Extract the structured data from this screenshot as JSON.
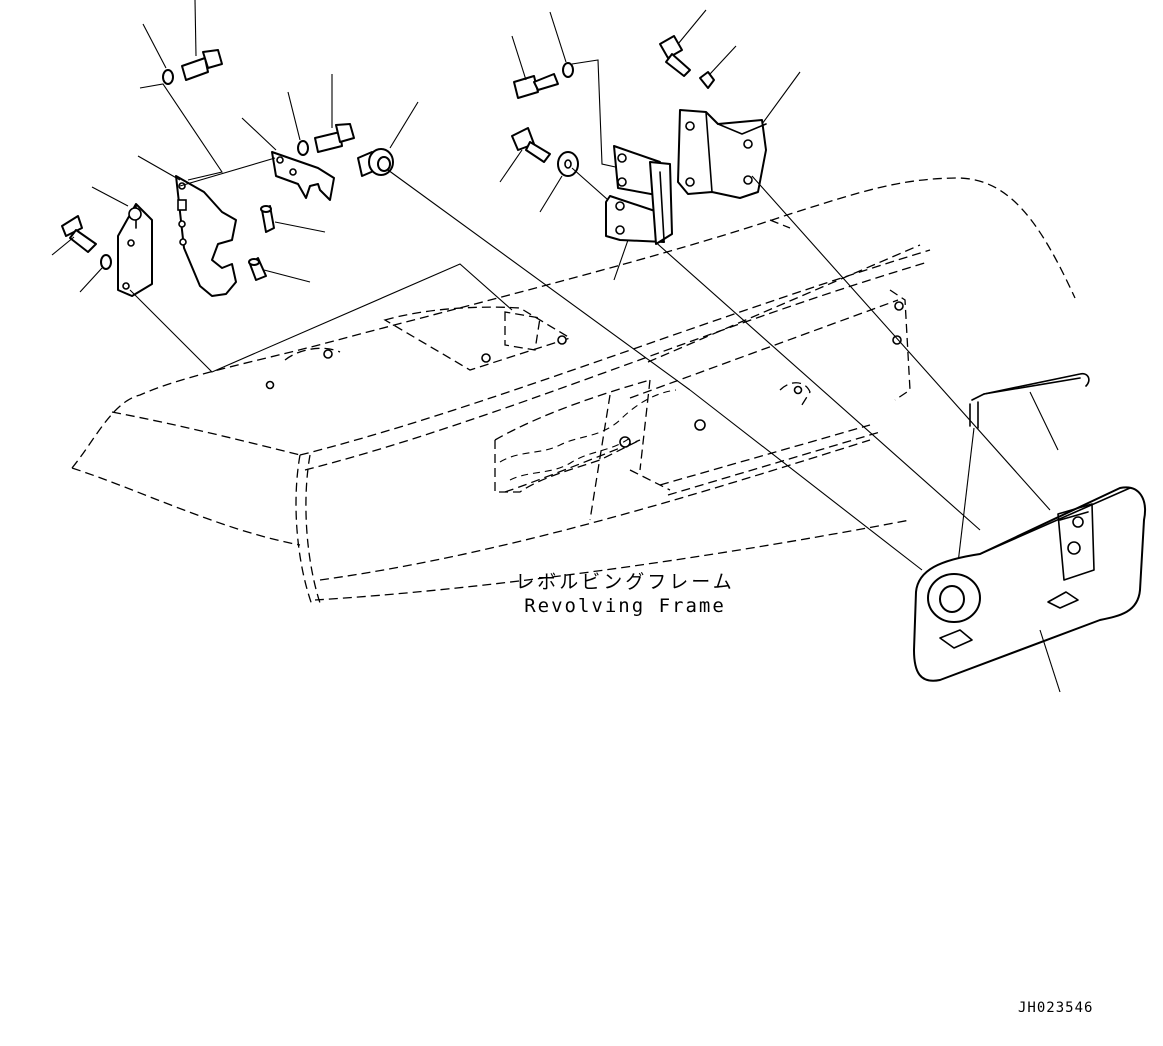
{
  "frame_label": {
    "japanese": "レボルビングフレーム",
    "english": "Revolving Frame"
  },
  "drawing_id": "JH023546",
  "colors": {
    "line": "#000000",
    "background": "#ffffff"
  }
}
